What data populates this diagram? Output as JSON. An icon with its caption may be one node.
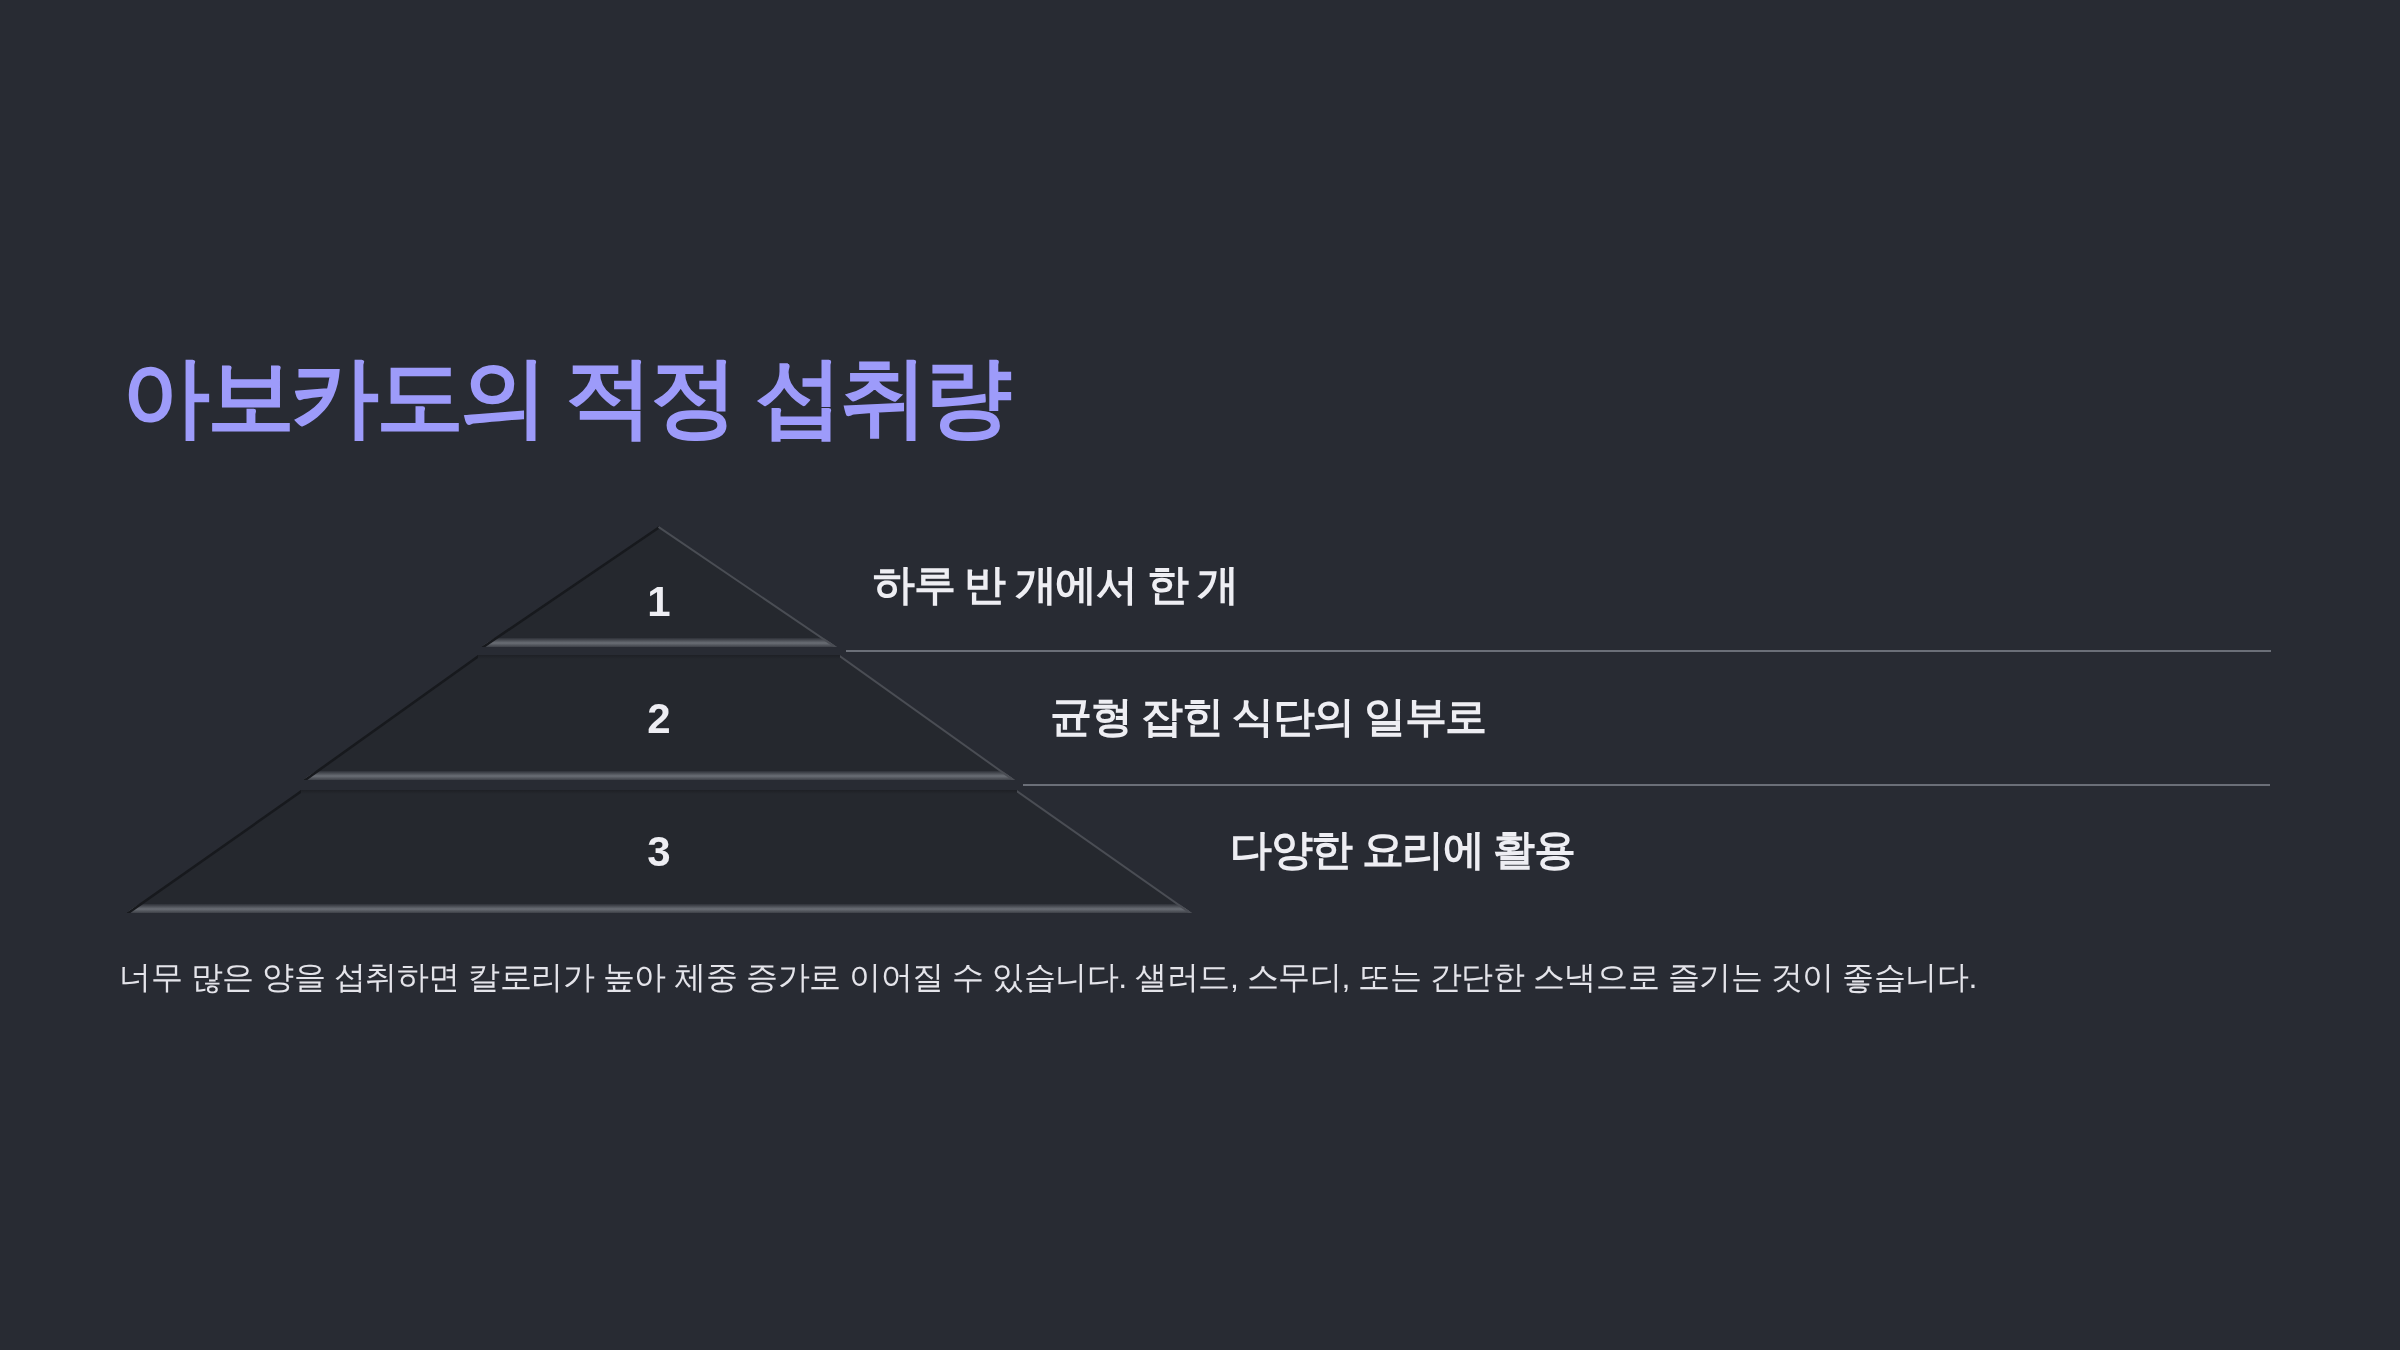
{
  "diagram": {
    "title": "아보카도의 적정 섭취량",
    "nodes": [
      {
        "text": [
          "1"
        ],
        "beside": [
          "하루 반 개에서 한 개"
        ]
      },
      {
        "text": [
          "2"
        ],
        "beside": [
          "균형 잡힌 식단의 일부로"
        ]
      },
      {
        "text": [
          "3"
        ],
        "beside": [
          "다양한 요리에 활용"
        ]
      }
    ],
    "labels": [
      "너무 많은 양을 섭취하면 칼로리가 높아 체중 증가로 이어질 수 있습니다. 샐러드, 스무디, 또는 간단한 스낵으로 즐기는 것이 좋습니다."
    ]
  }
}
